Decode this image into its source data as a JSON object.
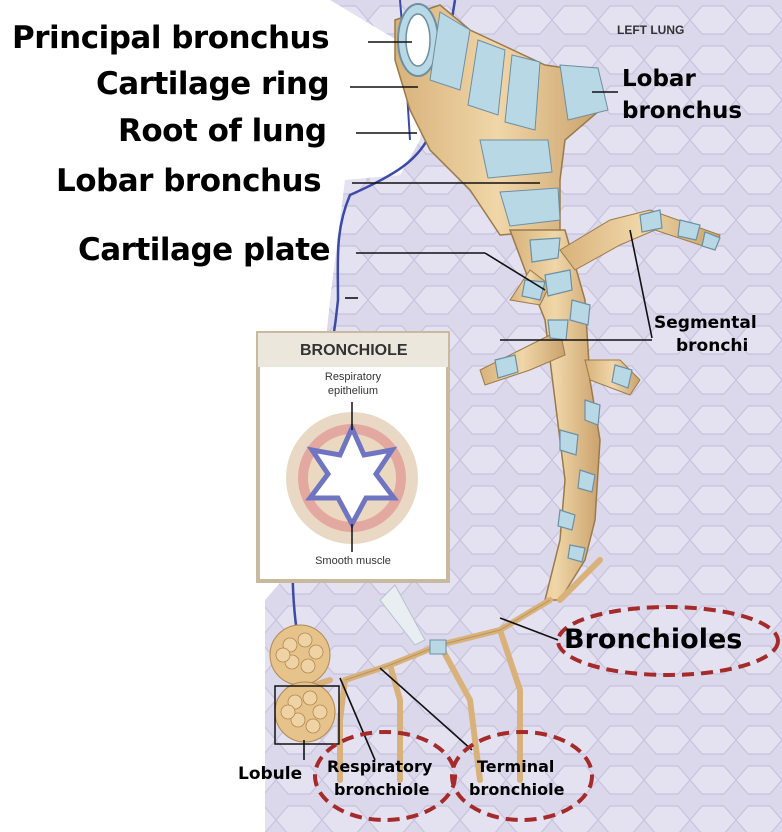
{
  "labels": {
    "principal_bronchus": "Principal bronchus",
    "cartilage_ring": "Cartilage ring",
    "root_of_lung": "Root of lung",
    "lobar_bronchus_left": "Lobar bronchus",
    "cartilage_plate": "Cartilage plate",
    "lobar_bronchus_right_1": "Lobar",
    "lobar_bronchus_right_2": "bronchus",
    "left_lung": "LEFT LUNG",
    "segmental_1": "Segmental",
    "segmental_2": "bronchi",
    "bronchioles": "Bronchioles",
    "lobule": "Lobule",
    "respiratory_1": "Respiratory",
    "respiratory_2": "bronchiole",
    "terminal_1": "Terminal",
    "terminal_2": "bronchiole"
  },
  "inset": {
    "title": "BRONCHIOLE",
    "epithelium_1": "Respiratory",
    "epithelium_2": "epithelium",
    "smooth_muscle": "Smooth muscle"
  },
  "colors": {
    "lung_tissue": "#d9d5ea",
    "cartilage": "#b8d8e6",
    "airway_wall": "#e8c99a",
    "highlight_circle": "#a52a2a"
  }
}
